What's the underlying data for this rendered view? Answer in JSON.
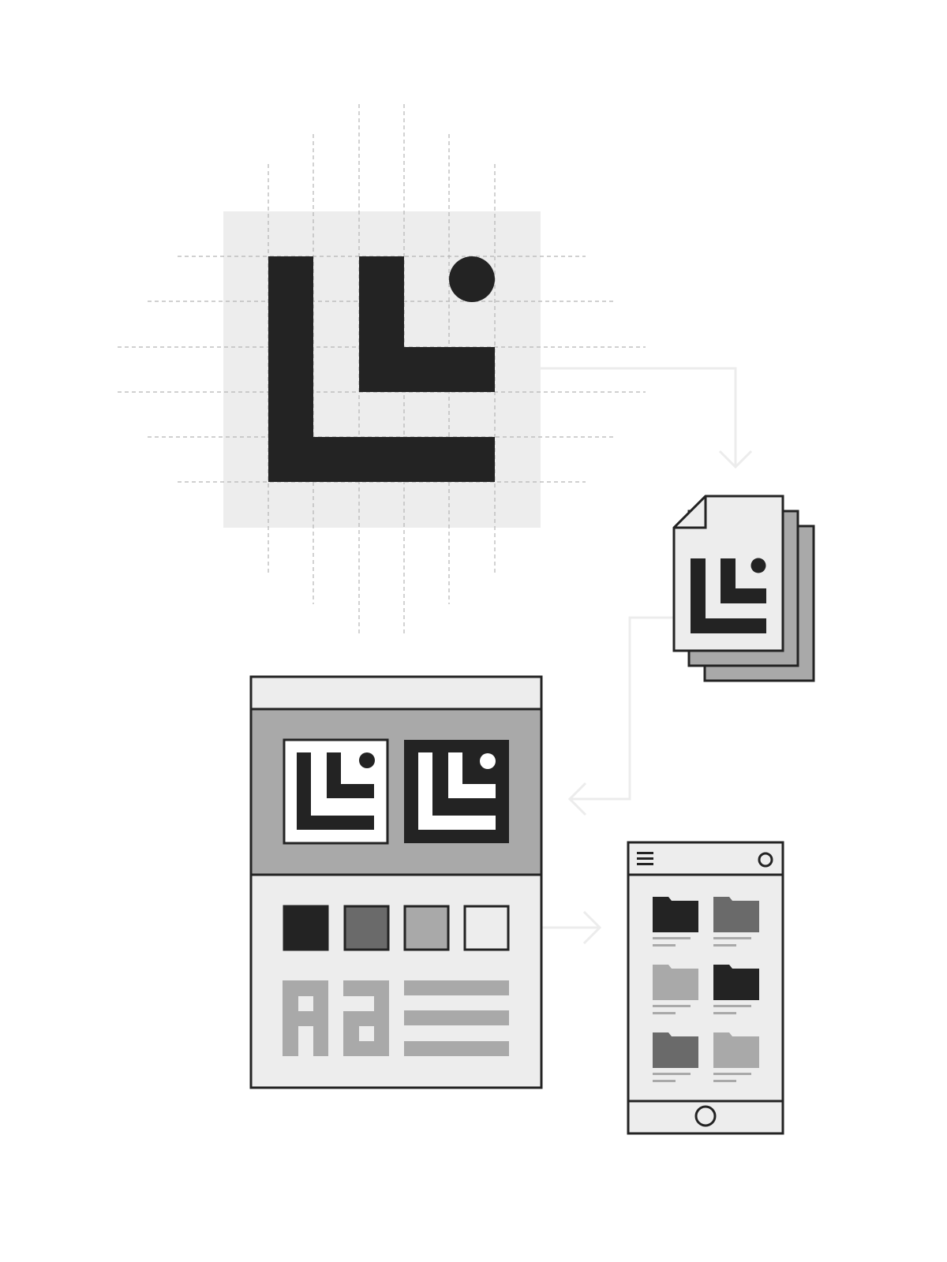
{
  "colors": {
    "background": "#ffffff",
    "ink": "#232323",
    "dark_gray": "#6a6a6a",
    "mid_gray": "#a9a9a9",
    "light_gray": "#ededed",
    "guide": "#b5b5b5",
    "connector": "#ececec"
  },
  "logo": {
    "icon": "logo-mark-icon",
    "grid_columns": 6,
    "grid_rows": 6
  },
  "file_stack": {
    "icon": "document-stack-icon",
    "pages": 3
  },
  "brand_board": {
    "logo_variants": [
      "positive",
      "negative"
    ],
    "swatches": [
      "#232323",
      "#6a6a6a",
      "#a9a9a9",
      "#ededed"
    ],
    "type_specimen_icon": "typography-icon",
    "text_lines": 3
  },
  "mobile_mockup": {
    "menu_icon": "hamburger-menu-icon",
    "status_icon": "circle-icon",
    "home_button_icon": "home-button-icon",
    "folders": [
      {
        "color": "#232323"
      },
      {
        "color": "#6a6a6a"
      },
      {
        "color": "#a9a9a9"
      },
      {
        "color": "#232323"
      },
      {
        "color": "#6a6a6a"
      },
      {
        "color": "#a9a9a9"
      }
    ]
  }
}
